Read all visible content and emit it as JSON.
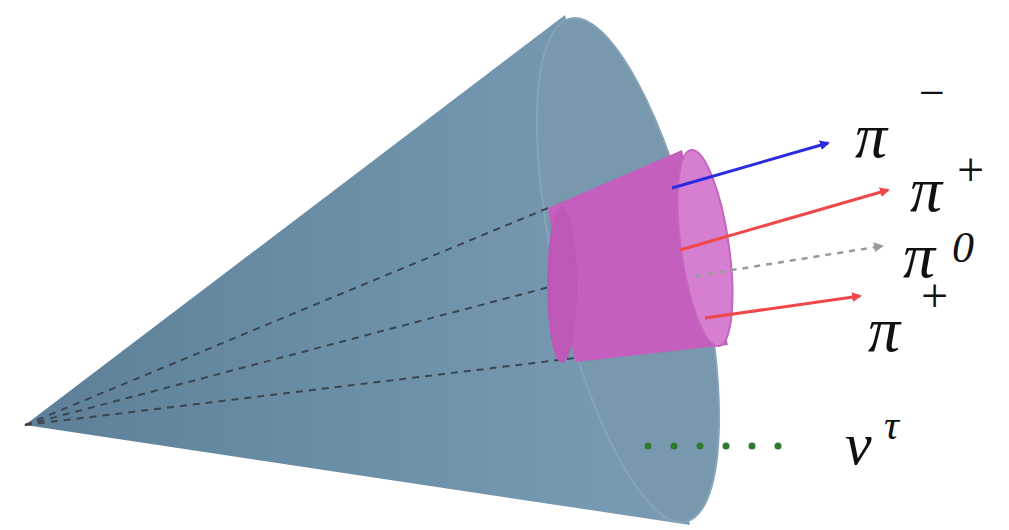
{
  "diagram": {
    "labels": [
      "π",
      "−",
      "π",
      "+",
      "π",
      "0",
      "π",
      "+",
      "ν",
      "τ"
    ]
  }
}
